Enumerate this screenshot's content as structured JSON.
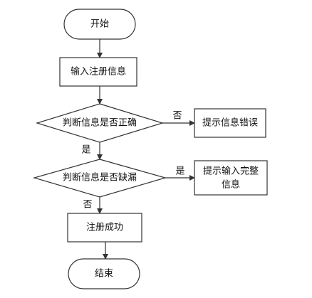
{
  "colors": {
    "stroke": "#333333",
    "fill": "#ffffff",
    "text": "#111111"
  },
  "nodes": {
    "start": "开始",
    "input": "输入注册信息",
    "check_correct": "判断信息是否正确",
    "error": "提示信息错误",
    "check_missing": "判断信息是否缺漏",
    "prompt_line1": "提示输入完整",
    "prompt_line2": "信息",
    "success": "注册成功",
    "end": "结束"
  },
  "edges": {
    "correct_no": "否",
    "correct_yes": "是",
    "missing_yes": "是",
    "missing_no": "否"
  }
}
